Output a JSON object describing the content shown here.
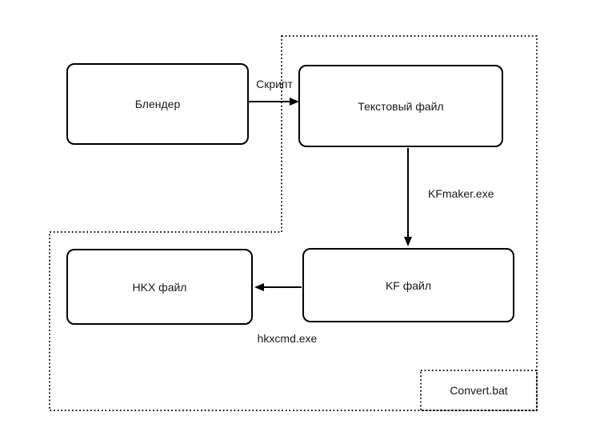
{
  "diagram": {
    "background_color": "#ffffff",
    "stroke_color": "#000000",
    "text_color": "#1a1a1a",
    "nodes": {
      "blender": {
        "label": "Блендер"
      },
      "text_file": {
        "label": "Текстовый файл"
      },
      "kf_file": {
        "label": "KF файл"
      },
      "hkx_file": {
        "label": "HKX файл"
      }
    },
    "edges": {
      "script": {
        "label": "Скрипт",
        "from": "blender",
        "to": "text_file"
      },
      "kfmaker": {
        "label": "KFmaker.exe",
        "from": "text_file",
        "to": "kf_file"
      },
      "hkxcmd": {
        "label": "hkxcmd.exe",
        "from": "kf_file",
        "to": "hkx_file"
      }
    },
    "group": {
      "label": "Convert.bat"
    }
  }
}
